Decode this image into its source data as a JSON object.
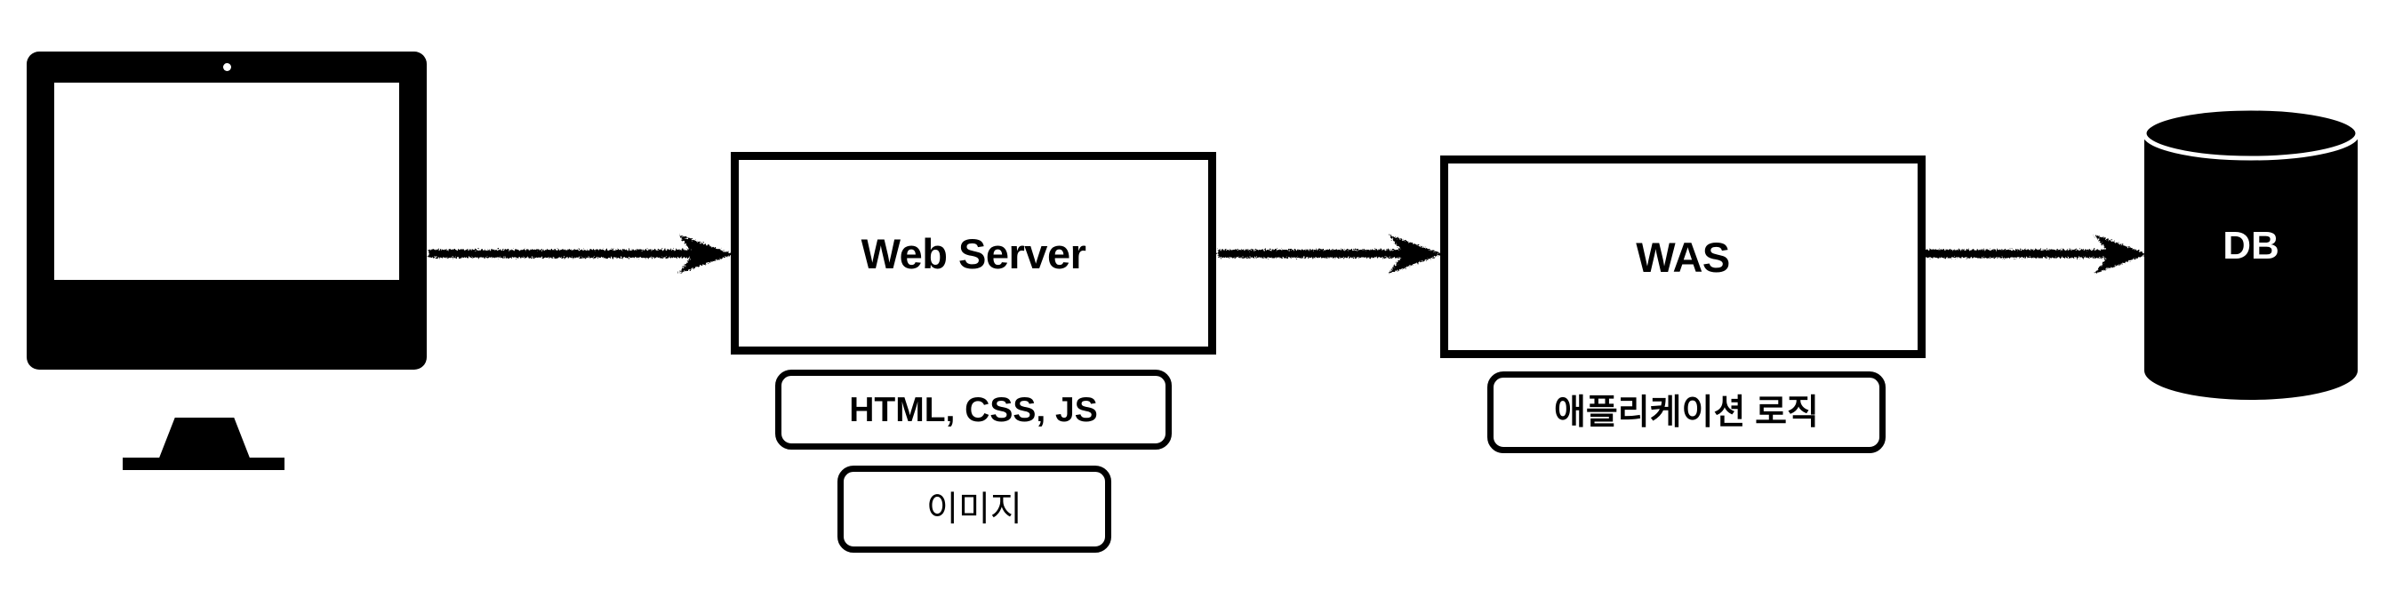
{
  "diagram": {
    "title": "Web Server / WAS / DB request flow",
    "background_color": "#ffffff",
    "stroke_color": "#000000",
    "nodes": {
      "client": {
        "icon": "desktop-monitor-icon",
        "label": ""
      },
      "web_server": {
        "label": "Web Server"
      },
      "was": {
        "label": "WAS"
      },
      "db": {
        "label": "DB",
        "icon": "database-cylinder-icon",
        "fill_color": "#000000",
        "text_color": "#ffffff"
      }
    },
    "annotations": {
      "web_server_static": "HTML, CSS, JS",
      "web_server_image": "이미지",
      "was_logic": "애플리케이션 로직"
    },
    "arrows": [
      {
        "name": "client-to-web-server",
        "direction": "right"
      },
      {
        "name": "web-server-to-was",
        "direction": "right"
      },
      {
        "name": "was-to-db",
        "direction": "right"
      }
    ]
  }
}
